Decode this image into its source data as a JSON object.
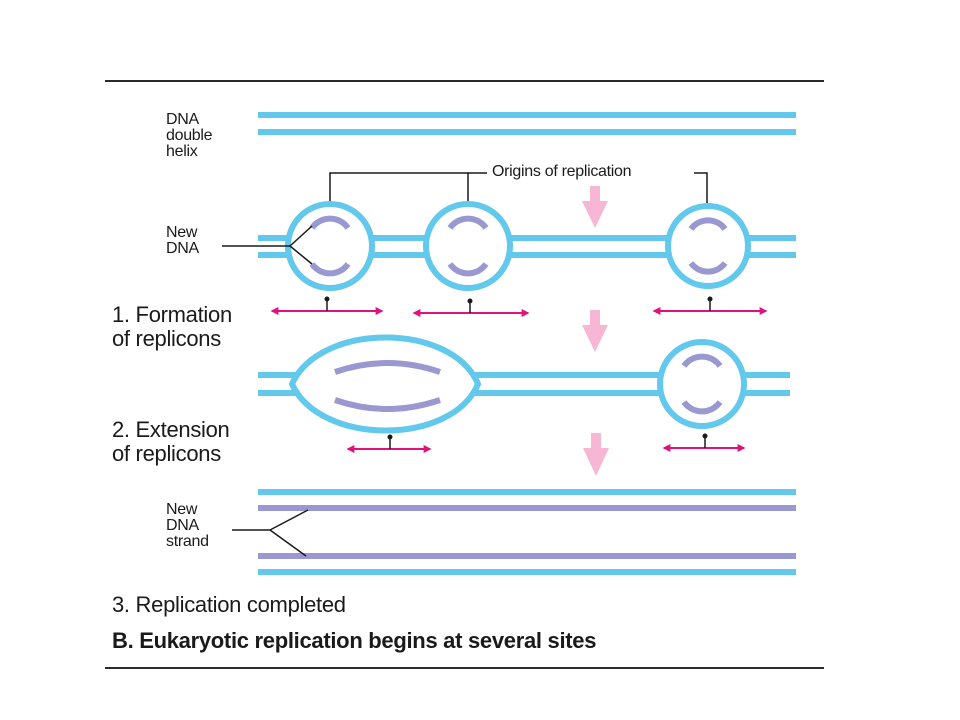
{
  "labels": {
    "dna_double_helix": "DNA\ndouble\nhelix",
    "new_dna": "New\nDNA",
    "origins_of_replication": "Origins of replication",
    "new_dna_strand": "New\nDNA\nstrand"
  },
  "steps": [
    {
      "text": "1. Formation\n    of replicons"
    },
    {
      "text": "2. Extension\n    of replicons"
    },
    {
      "text": "3. Replication completed"
    }
  ],
  "caption": "B. Eukaryotic replication begins at several sites",
  "colors": {
    "parental_strand": "#62c8ec",
    "new_strand": "#9a98d0",
    "bubble_fill": "#ffffff",
    "arrow_magenta": "#e0137a",
    "step_arrow_pink": "#f7b6d4",
    "line_black": "#1a1a1a"
  }
}
